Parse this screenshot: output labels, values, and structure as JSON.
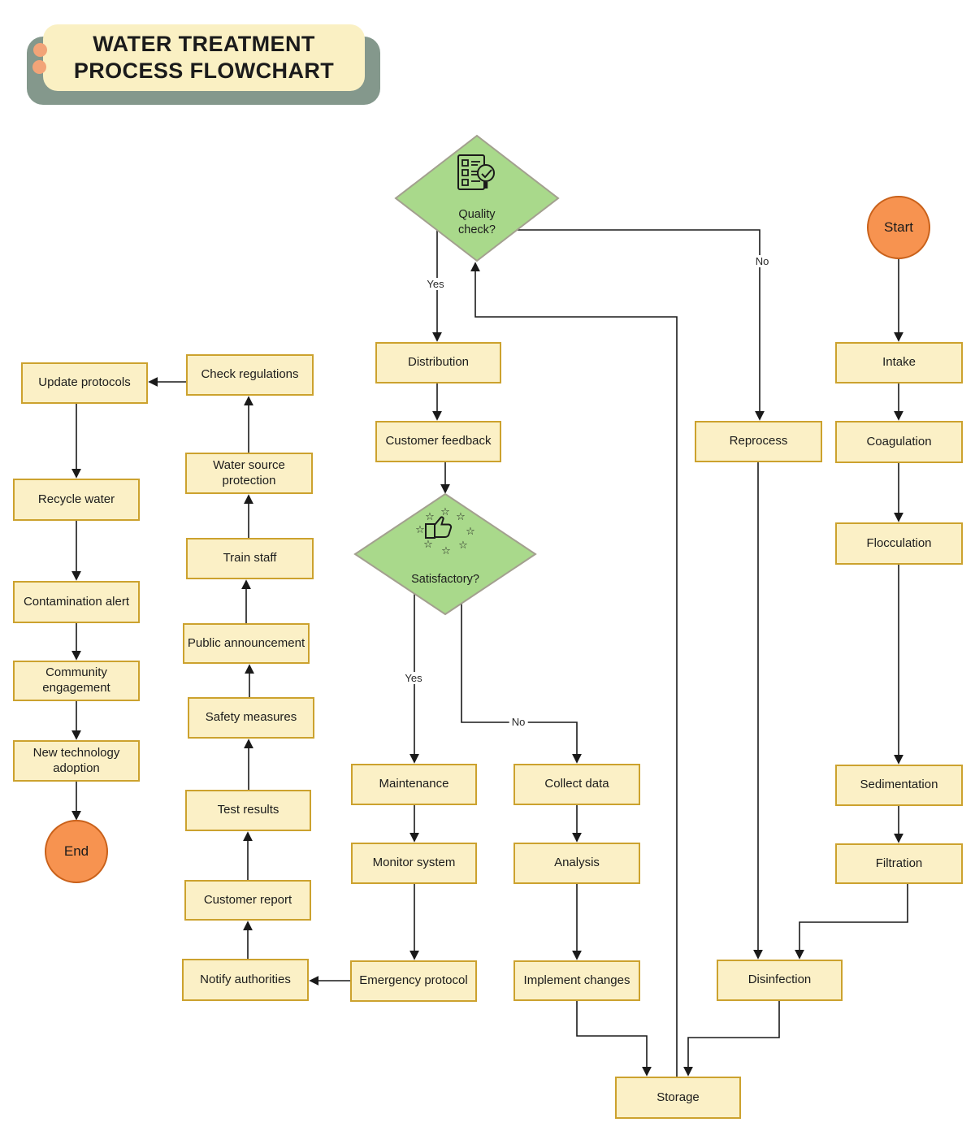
{
  "title": {
    "line1": "WATER TREATMENT",
    "line2": "PROCESS FLOWCHART"
  },
  "terminals": {
    "start": "Start",
    "end": "End"
  },
  "decisions": {
    "quality_check": {
      "label": "Quality\ncheck?",
      "icon": "checklist-magnifier-icon"
    },
    "satisfactory": {
      "label": "Satisfactory?",
      "icon": "thumbs-up-stars-icon"
    }
  },
  "processes": {
    "intake": "Intake",
    "coagulation": "Coagulation",
    "flocculation": "Flocculation",
    "sedimentation": "Sedimentation",
    "filtration": "Filtration",
    "disinfection": "Disinfection",
    "storage": "Storage",
    "reprocess": "Reprocess",
    "distribution": "Distribution",
    "customer_feedback": "Customer feedback",
    "maintenance": "Maintenance",
    "monitor_system": "Monitor system",
    "emergency_protocol": "Emergency protocol",
    "collect_data": "Collect data",
    "analysis": "Analysis",
    "implement_changes": "Implement changes",
    "notify_authorities": "Notify authorities",
    "customer_report": "Customer report",
    "test_results": "Test results",
    "safety_measures": "Safety measures",
    "public_announcement": "Public announcement",
    "train_staff": "Train staff",
    "water_source_protection": "Water source\nprotection",
    "check_regulations": "Check regulations",
    "update_protocols": "Update protocols",
    "recycle_water": "Recycle water",
    "contamination_alert": "Contamination alert",
    "community_engagement": "Community\nengagement",
    "new_technology_adoption": "New technology\nadoption"
  },
  "edge_labels": {
    "quality_yes": "Yes",
    "quality_no": "No",
    "satisfactory_yes": "Yes",
    "satisfactory_no": "No"
  },
  "edges": [
    {
      "from": "start",
      "to": "intake"
    },
    {
      "from": "intake",
      "to": "coagulation"
    },
    {
      "from": "coagulation",
      "to": "flocculation"
    },
    {
      "from": "flocculation",
      "to": "sedimentation"
    },
    {
      "from": "sedimentation",
      "to": "filtration"
    },
    {
      "from": "filtration",
      "to": "disinfection"
    },
    {
      "from": "reprocess",
      "to": "disinfection"
    },
    {
      "from": "disinfection",
      "to": "storage"
    },
    {
      "from": "implement_changes",
      "to": "storage"
    },
    {
      "from": "storage",
      "to": "quality_check"
    },
    {
      "from": "quality_check",
      "to": "distribution",
      "label": "Yes"
    },
    {
      "from": "quality_check",
      "to": "reprocess",
      "label": "No"
    },
    {
      "from": "distribution",
      "to": "customer_feedback"
    },
    {
      "from": "customer_feedback",
      "to": "satisfactory"
    },
    {
      "from": "satisfactory",
      "to": "maintenance",
      "label": "Yes"
    },
    {
      "from": "satisfactory",
      "to": "collect_data",
      "label": "No"
    },
    {
      "from": "maintenance",
      "to": "monitor_system"
    },
    {
      "from": "monitor_system",
      "to": "emergency_protocol"
    },
    {
      "from": "emergency_protocol",
      "to": "notify_authorities"
    },
    {
      "from": "notify_authorities",
      "to": "customer_report"
    },
    {
      "from": "customer_report",
      "to": "test_results"
    },
    {
      "from": "test_results",
      "to": "safety_measures"
    },
    {
      "from": "safety_measures",
      "to": "public_announcement"
    },
    {
      "from": "public_announcement",
      "to": "train_staff"
    },
    {
      "from": "train_staff",
      "to": "water_source_protection"
    },
    {
      "from": "water_source_protection",
      "to": "check_regulations"
    },
    {
      "from": "check_regulations",
      "to": "update_protocols"
    },
    {
      "from": "update_protocols",
      "to": "recycle_water"
    },
    {
      "from": "recycle_water",
      "to": "contamination_alert"
    },
    {
      "from": "contamination_alert",
      "to": "community_engagement"
    },
    {
      "from": "community_engagement",
      "to": "new_technology_adoption"
    },
    {
      "from": "new_technology_adoption",
      "to": "end"
    },
    {
      "from": "collect_data",
      "to": "analysis"
    },
    {
      "from": "analysis",
      "to": "implement_changes"
    }
  ],
  "colors": {
    "process_fill": "#FBF0C6",
    "process_border": "#CCA22E",
    "decision_fill": "#A9D98B",
    "decision_border": "#A3A08F",
    "terminal_fill": "#F79350",
    "terminal_border": "#C9611A",
    "connector": "#1A1A1A",
    "title_fill": "#FAF0C3",
    "title_shadow": "#84988C",
    "title_dots": "#F2A478"
  }
}
